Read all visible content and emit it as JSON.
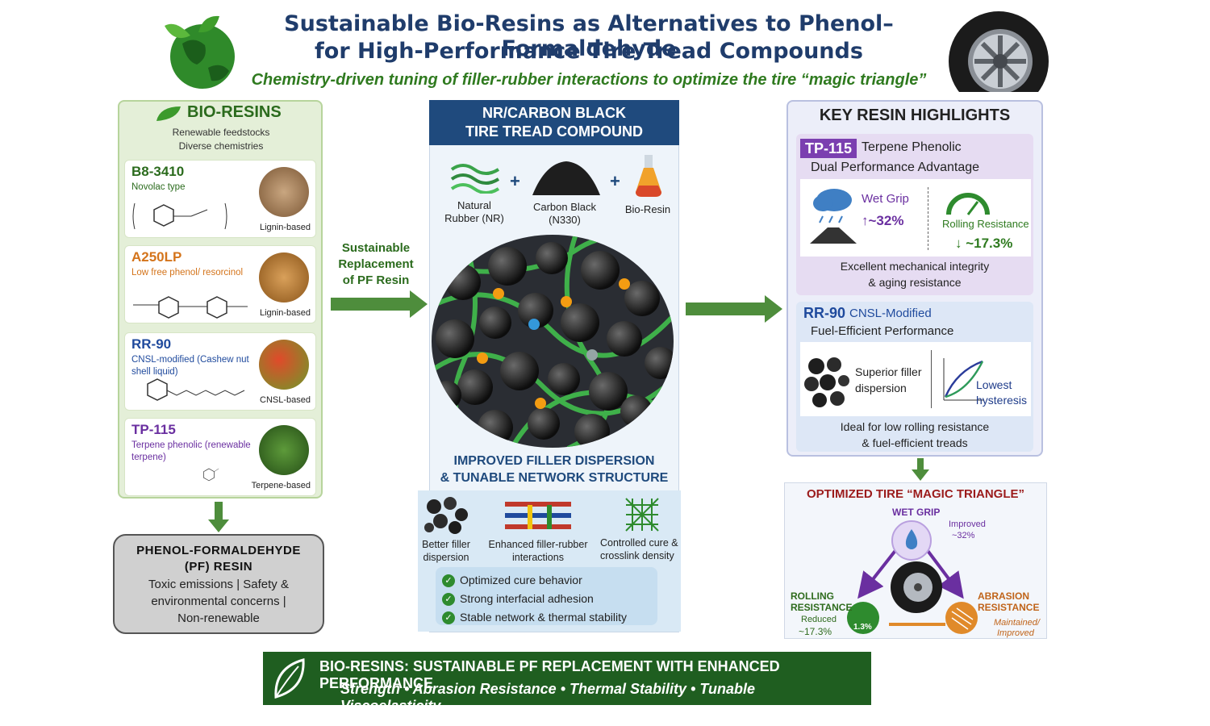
{
  "header": {
    "title_line1": "Sustainable Bio-Resins as Alternatives to Phenol–Formaldehyde",
    "title_line2": "for High-Performance Tire Tread Compounds",
    "subtitle": "Chemistry-driven tuning of filler-rubber interactions to optimize the tire “magic triangle”"
  },
  "left": {
    "heading": "BIO-RESINS",
    "sub1": "Renewable feedstocks",
    "sub2": "Diverse chemistries",
    "resins": [
      {
        "name": "B8-3410",
        "desc": "Novolac type",
        "base": "Lignin-based",
        "color": "#2b6b1d"
      },
      {
        "name": "A250LP",
        "desc": "Low free phenol/ resorcinol",
        "base": "Lignin-based",
        "color": "#d4741b"
      },
      {
        "name": "RR-90",
        "desc": "CNSL-modified (Cashew nut shell liquid)",
        "base": "CNSL-based",
        "color": "#1f4a9d"
      },
      {
        "name": "TP-115",
        "desc": "Terpene phenolic (renewable terpene)",
        "base": "Terpene-based",
        "color": "#6a2fa0"
      }
    ],
    "pf": {
      "title1": "PHENOL-FORMALDEHYDE",
      "title2": "(PF) RESIN",
      "line1": "Toxic emissions | Safety &",
      "line2": "environmental concerns |",
      "line3": "Non-renewable"
    }
  },
  "replacement": {
    "text": "Sustainable Replacement of PF Resin"
  },
  "middle": {
    "head1": "NR/CARBON BLACK",
    "head2": "TIRE TREAD COMPOUND",
    "ingredients": [
      {
        "label1": "Natural",
        "label2": "Rubber (NR)"
      },
      {
        "label1": "Carbon Black",
        "label2": "(N330)"
      },
      {
        "label1": "Bio-Resin",
        "label2": ""
      }
    ],
    "improved1": "IMPROVED FILLER DISPERSION",
    "improved2": "& TUNABLE NETWORK STRUCTURE",
    "features": [
      {
        "l1": "Better filler",
        "l2": "dispersion"
      },
      {
        "l1": "Enhanced filler-rubber",
        "l2": "interactions"
      },
      {
        "l1": "Controlled cure &",
        "l2": "crosslink density"
      }
    ],
    "checks": [
      "Optimized cure behavior",
      "Strong interfacial adhesion",
      "Stable network & thermal stability"
    ]
  },
  "right": {
    "heading": "KEY RESIN HIGHLIGHTS",
    "tp": {
      "tag": "TP-115",
      "name": "Terpene Phenolic",
      "sub": "Dual Performance Advantage",
      "wet_label": "Wet Grip",
      "wet_value": "↑~32%",
      "rr_label": "Rolling Resistance",
      "rr_value": "↓ ~17.3%",
      "foot1": "Excellent mechanical integrity",
      "foot2": "& aging resistance"
    },
    "rr90": {
      "tag": "RR-90",
      "name": "CNSL-Modified",
      "sub": "Fuel-Efficient Performance",
      "sfd1": "Superior filler",
      "sfd2": "dispersion",
      "lh1": "Lowest",
      "lh2": "hysteresis",
      "foot1": "Ideal for low rolling resistance",
      "foot2": "& fuel-efficient treads"
    },
    "triangle": {
      "title": "OPTIMIZED TIRE “MAGIC TRIANGLE”",
      "wet": "WET GRIP",
      "imp1": "Improved",
      "imp2": "~32%",
      "rr1": "ROLLING",
      "rr2": "RESISTANCE",
      "red1": "Reduced",
      "red2": "~17.3%",
      "ab1": "ABRASION",
      "ab2": "RESISTANCE",
      "mi1": "Maintained/",
      "mi2": "Improved",
      "badge": "1.3%"
    }
  },
  "banner": {
    "line1": "BIO-RESINS: SUSTAINABLE PF REPLACEMENT WITH ENHANCED PERFORMANCE",
    "line2": "Strength • Abrasion Resistance • Thermal Stability • Tunable Viscoelasticity"
  },
  "colors": {
    "dark_green": "#1f5e20",
    "navy": "#1f4a7d",
    "purple": "#7b3fb0",
    "pf_grey": "#d0d0d0"
  }
}
